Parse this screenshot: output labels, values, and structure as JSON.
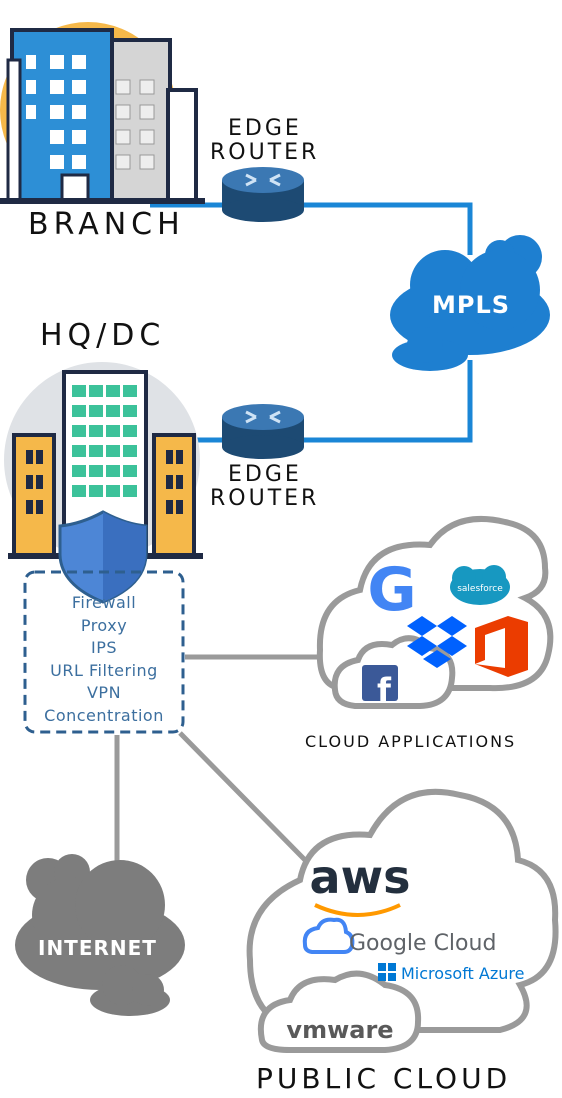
{
  "branch": {
    "label": "BRANCH"
  },
  "hq": {
    "label": "HQ/DC"
  },
  "edge_router_top": {
    "line1": "EDGE",
    "line2": "ROUTER"
  },
  "edge_router_bottom": {
    "line1": "EDGE",
    "line2": "ROUTER"
  },
  "mpls": {
    "label": "MPLS"
  },
  "security_stack": {
    "items": [
      "Firewall",
      "Proxy",
      "IPS",
      "URL Filtering",
      "VPN",
      "Concentration"
    ]
  },
  "cloud_apps": {
    "label": "CLOUD APPLICATIONS",
    "salesforce": "salesforce",
    "google_glyph": "G",
    "facebook_glyph": "f"
  },
  "internet": {
    "label": "INTERNET"
  },
  "public_cloud": {
    "label": "PUBLIC CLOUD",
    "aws": "aws",
    "google_cloud": "Google Cloud",
    "azure": "Microsoft Azure",
    "vmware": "vmware"
  },
  "colors": {
    "link_blue": "#1a86d6",
    "link_gray": "#9a9a9a",
    "router": "#2a5c8a",
    "mpls_cloud": "#1e7fd0",
    "shield": "#4d86d6",
    "stack_border": "#2e5f8f",
    "stack_text": "#3c6f9f"
  }
}
